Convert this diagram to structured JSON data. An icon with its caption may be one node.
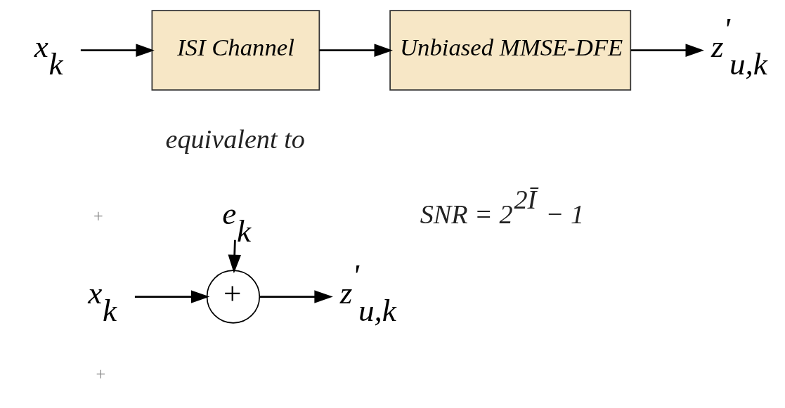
{
  "diagram": {
    "nodes": [
      {
        "text": [
          "x$_{k}$"
        ]
      },
      {
        "text": [
          "ISI Channel"
        ]
      },
      {
        "text": [
          "Unbiased MMSE-DFE"
        ]
      },
      {
        "text": [
          "z$^{'}$$_{u,k}$"
        ]
      },
      {
        "text": [
          "e$_{k}$"
        ]
      },
      {
        "text": [
          "x$_{k}$"
        ]
      },
      {
        "text": [
          "+"
        ]
      },
      {
        "text": [
          "z$^{'}$$_{u,k}$"
        ]
      }
    ],
    "edges": [
      {
        "from": 0,
        "to": 1,
        "arrow": "to"
      },
      {
        "from": 1,
        "to": 2,
        "arrow": "to"
      },
      {
        "from": 2,
        "to": 3,
        "arrow": "to"
      },
      {
        "from": 4,
        "to": 6,
        "arrow": "to"
      },
      {
        "from": 5,
        "to": 6,
        "arrow": "to"
      },
      {
        "from": 6,
        "to": 7,
        "arrow": "to"
      }
    ],
    "labels": [
      "equivalent to",
      "SNR = 2$^{2Ī}$ − 1",
      "+",
      "+"
    ]
  }
}
